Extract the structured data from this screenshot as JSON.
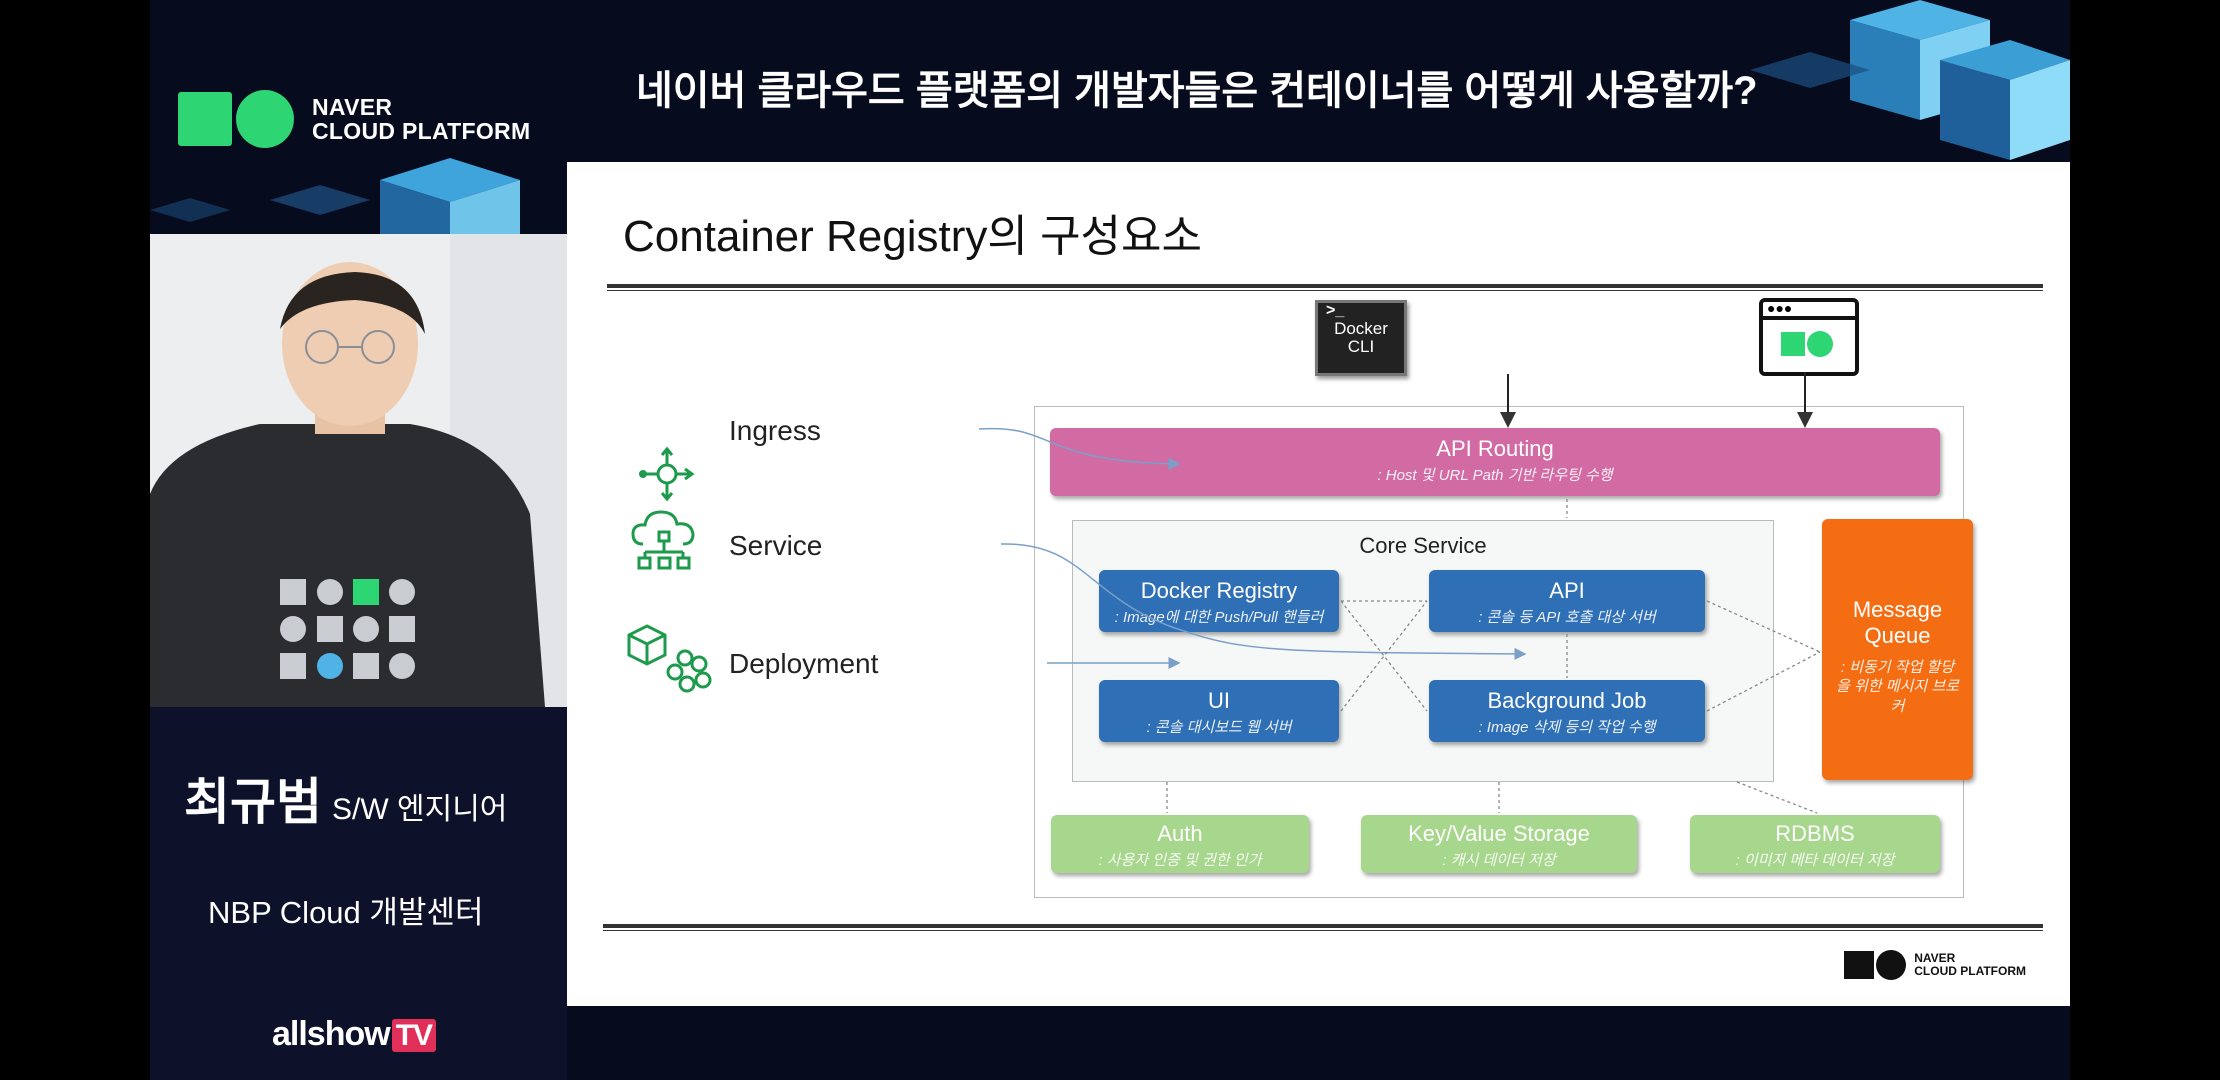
{
  "header": {
    "logo_line1": "NAVER",
    "logo_line2": "CLOUD PLATFORM",
    "title": "네이버 클라우드 플랫폼의 개발자들은 컨테이너를 어떻게 사용할까?"
  },
  "speaker": {
    "name": "최규범",
    "role": "S/W 엔지니어",
    "org": "NBP Cloud 개발센터",
    "broadcaster_main": "allshow",
    "broadcaster_tv": "TV"
  },
  "slide": {
    "title": "Container Registry의 구성요소",
    "docker_cli_line1": "Docker",
    "docker_cli_line2": "CLI",
    "left_items": [
      {
        "label": "Ingress",
        "icon": "ingress-icon"
      },
      {
        "label": "Service",
        "icon": "service-icon"
      },
      {
        "label": "Deployment",
        "icon": "deployment-icon"
      }
    ],
    "api_routing": {
      "title": "API Routing",
      "desc": ": Host 및 URL Path 기반 라우팅 수행"
    },
    "core_service_label": "Core Service",
    "docker_registry": {
      "title": "Docker Registry",
      "desc": ": Image에 대한 Push/Pull 핸들러"
    },
    "api": {
      "title": "API",
      "desc": ": 콘솔 등 API 호출 대상 서버"
    },
    "ui": {
      "title": "UI",
      "desc": ": 콘솔 대시보드 웹 서버"
    },
    "background_job": {
      "title": "Background Job",
      "desc": ": Image 삭제 등의 작업 수행"
    },
    "message_queue": {
      "title1": "Message",
      "title2": "Queue",
      "desc": ": 비동기 작업 할당을 위한 메시지 브로커"
    },
    "auth": {
      "title": "Auth",
      "desc": ": 사용자 인증 및 권한 인가"
    },
    "kv_storage": {
      "title": "Key/Value Storage",
      "desc": ": 캐시 데이터 저장"
    },
    "rdbms": {
      "title": "RDBMS",
      "desc": ": 이미지 메타 데이터 저장"
    },
    "footer_logo_line1": "NAVER",
    "footer_logo_line2": "CLOUD PLATFORM"
  },
  "colors": {
    "routing": "#d26ba3",
    "core_box": "#2f6fb6",
    "message_queue": "#f56d12",
    "storage": "#a7d78c",
    "brand_green": "#2ed573"
  }
}
